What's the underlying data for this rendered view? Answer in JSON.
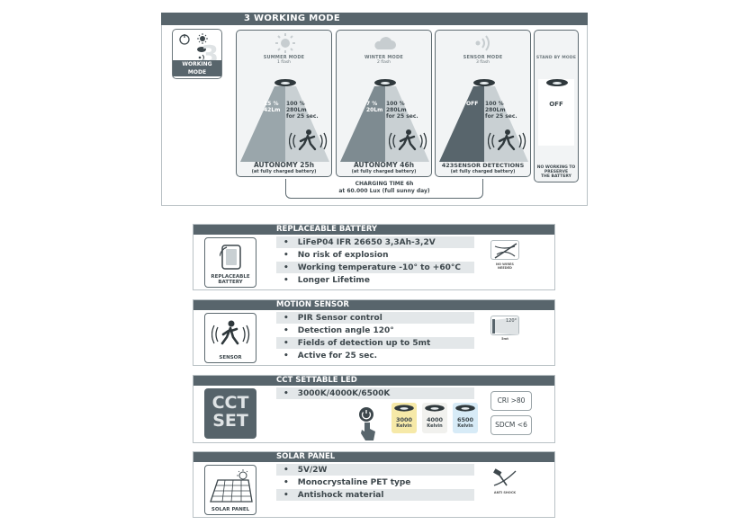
{
  "working_mode": {
    "title": "3 WORKING MODE",
    "icon_label": "WORKING MODE",
    "icon_number": "3",
    "modes": [
      {
        "name": "SUMMER MODE",
        "flash": "1 flash",
        "low_pct": "15 %",
        "low_lm": "42Lm",
        "high_pct": "100 %",
        "high_lm": "280Lm",
        "duration": "for 25 sec.",
        "footer_big": "AUTONOMY  25h",
        "footer_small": "(at fully charged battery)",
        "icon": "sun-icon"
      },
      {
        "name": "WINTER MODE",
        "flash": "2 flash",
        "low_pct": "7 %",
        "low_lm": "20Lm",
        "high_pct": "100 %",
        "high_lm": "280Lm",
        "duration": "for 25 sec.",
        "footer_big": "AUTONOMY  46h",
        "footer_small": "(at fully charged battery)",
        "icon": "cloud-icon"
      },
      {
        "name": "SENSOR MODE",
        "flash": "3 flash",
        "low_pct": "OFF",
        "high_pct": "100 %",
        "high_lm": "280Lm",
        "duration": "for 25 sec.",
        "footer_big": "423SENSOR DETECTIONS",
        "footer_small": "(at fully charged battery)",
        "icon": "sensor-wave-icon"
      },
      {
        "name": "STAND BY MODE",
        "off": "OFF",
        "footer_lines": [
          "NO WORKING TO",
          "PRESERVE",
          "THE BATTERY"
        ]
      }
    ],
    "charging": {
      "line1": "CHARGING TIME  6h",
      "line2": "at 60.000 Lux (full sunny day)"
    }
  },
  "features": [
    {
      "title": "REPLACEABLE BATTERY",
      "icon_caption": "REPLACEABLE BATTERY",
      "bullets": [
        "LiFeP04 IFR 26650 3,3Ah-3,2V",
        "No risk of explosion",
        "Working temperature -10° to +60°C",
        "Longer Lifetime"
      ],
      "side_caption": "NO WIRES NEEDED"
    },
    {
      "title": "MOTION SENSOR",
      "icon_caption": "SENSOR",
      "bullets": [
        "PIR Sensor control",
        "Detection angle 120°",
        "Fields of detection up to 5mt",
        "Active for 25 sec."
      ],
      "side_label": "120°",
      "side_caption": "5mt"
    },
    {
      "title": "CCT SETTABLE LED",
      "icon_text": [
        "CCT",
        "SET"
      ],
      "bullets": [
        "3000K/4000K/6500K"
      ],
      "kelvin": [
        {
          "value": "3000",
          "unit": "Kelvin",
          "color": "#f6e9a8"
        },
        {
          "value": "4000",
          "unit": "Kelvin",
          "color": "#f1f1ee"
        },
        {
          "value": "6500",
          "unit": "Kelvin",
          "color": "#d7ebf7"
        }
      ],
      "specs": [
        "CRI >80",
        "SDCM <6"
      ]
    },
    {
      "title": "SOLAR PANEL",
      "icon_caption": "SOLAR PANEL",
      "bullets": [
        "5V/2W",
        "Monocrystaline PET type",
        "Antishock material"
      ],
      "side_caption": "ANTI SHOCK"
    }
  ]
}
